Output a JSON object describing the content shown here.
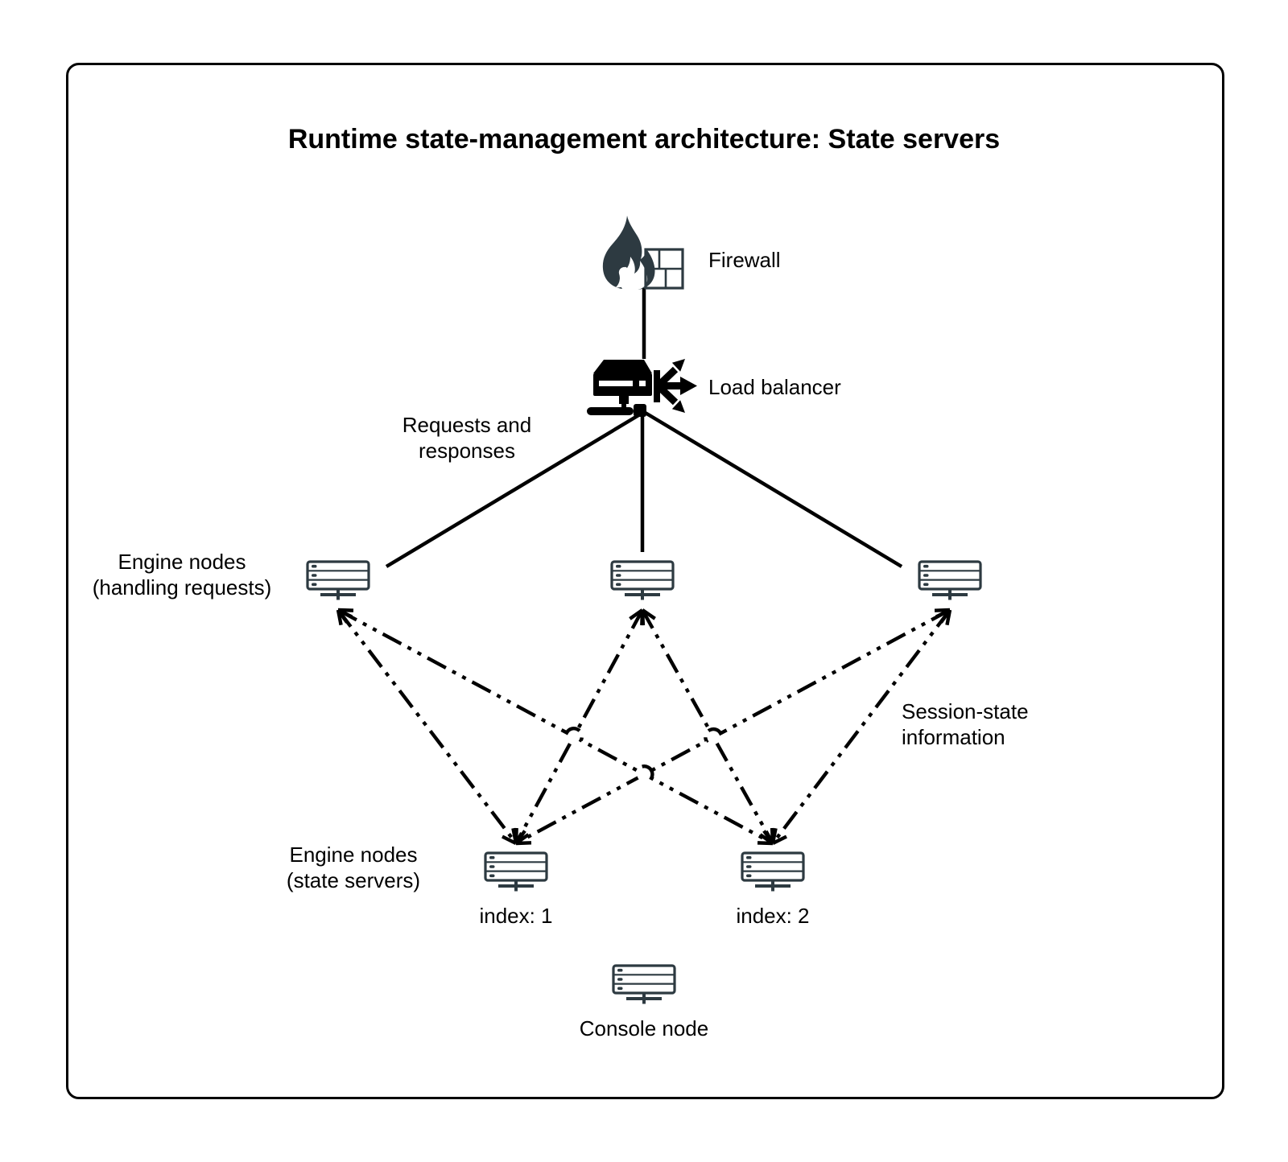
{
  "title": "Runtime state-management architecture: State servers",
  "colors": {
    "icon_stroke": "#2d3a41",
    "connector": "#000000",
    "background": "#ffffff",
    "border": "#000000"
  },
  "nodes": {
    "firewall": {
      "label": "Firewall",
      "icon": "firewall-icon"
    },
    "load_balancer": {
      "label": "Load balancer",
      "icon": "load-balancer-icon"
    },
    "engine_nodes_requests": {
      "label": "Engine nodes (handling requests)",
      "count": 3,
      "icon": "server-icon"
    },
    "engine_nodes_state": {
      "label": "Engine nodes (state servers)",
      "count": 2,
      "icon": "server-icon",
      "index_labels": [
        "index: 1",
        "index: 2"
      ]
    },
    "console_node": {
      "label": "Console node",
      "icon": "server-icon"
    }
  },
  "connections": {
    "requests_label": "Requests and responses",
    "session_label": "Session-state information"
  }
}
